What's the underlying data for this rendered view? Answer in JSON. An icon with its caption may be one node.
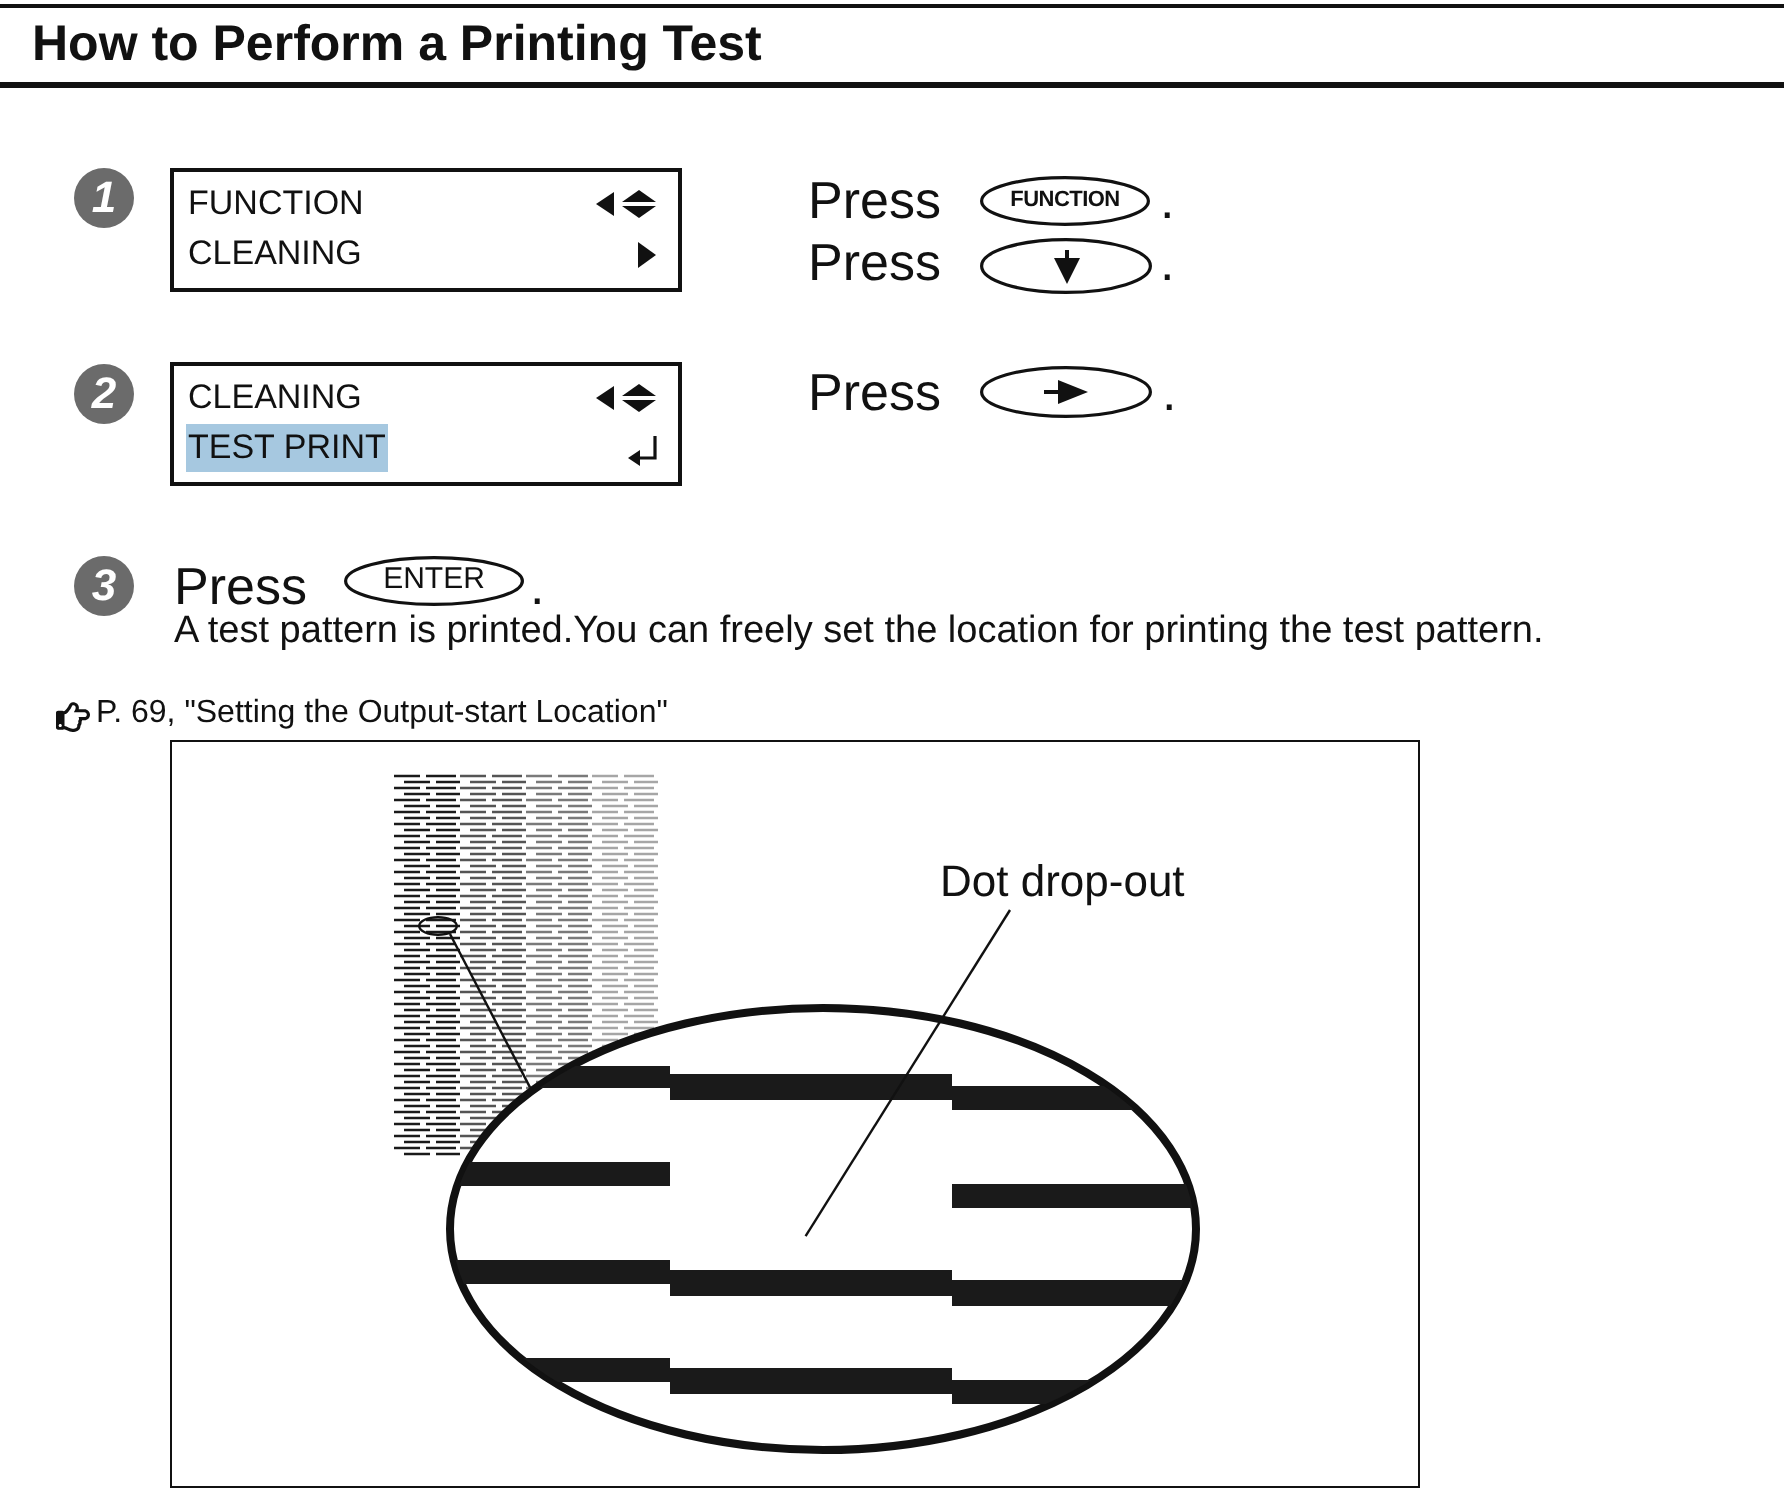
{
  "diagram": {
    "title": "How to Perform a Printing Test",
    "nodes": [
      {
        "text": [
          "1"
        ]
      },
      {
        "text": [
          "FUNCTION",
          "CLEANING"
        ]
      },
      {
        "text": [
          "FUNCTION"
        ]
      },
      {
        "text": [],
        "shape": "ellipse"
      },
      {
        "text": [
          "2"
        ]
      },
      {
        "text": [
          "CLEANING",
          "TEST PRINT"
        ]
      },
      {
        "text": [],
        "shape": "ellipse"
      },
      {
        "text": [
          "3"
        ]
      },
      {
        "text": [
          "ENTER"
        ]
      },
      {
        "text": [],
        "shape": "box"
      },
      {
        "text": [],
        "shape": "ellipse",
        "in": 9
      },
      {
        "text": [],
        "shape": "ellipse",
        "in": 9
      },
      {
        "text": [
          "Dot drop-out"
        ],
        "in": 9
      }
    ],
    "edges": [
      {
        "from": 10,
        "to": 11,
        "arrow": "none"
      },
      {
        "from": 12,
        "to": 11,
        "arrow": "none"
      }
    ],
    "labels": [
      "Press",
      ".",
      "Press",
      ".",
      "Press",
      ".",
      "Press",
      ".",
      "A test pattern is printed.You can freely set the location for printing the test pattern.",
      "P. 69, \"Setting the Output-start Location\""
    ]
  }
}
